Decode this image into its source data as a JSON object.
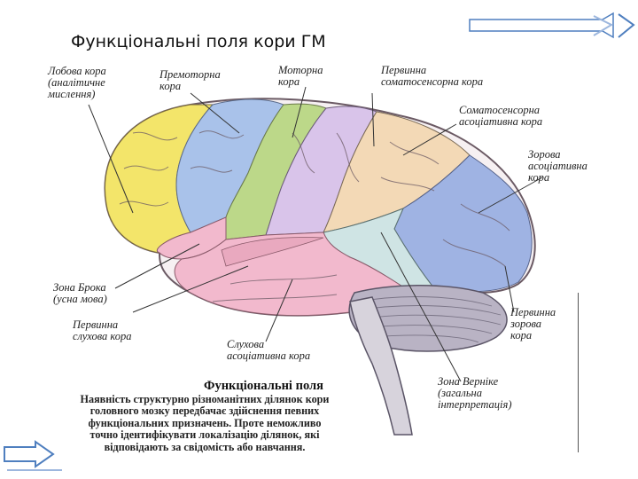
{
  "slide": {
    "title": "Функціональні поля кори ГМ"
  },
  "labels": {
    "frontal": "Лобова кора\n(аналітичне\nмислення)",
    "premotor": "Премоторна\nкора",
    "motor": "Моторна\nкора",
    "somatosensory": "Первинна\nсоматосенсорна кора",
    "somato_assoc": "Соматосенсорна\nасоціативна кора",
    "visual_assoc": "Зорова\nасоціативна\nкора",
    "broca": "Зона Брока\n(усна мова)",
    "primary_auditory": "Первинна\nслухова кора",
    "auditory_assoc": "Слухова\nасоціативна кора",
    "primary_visual": "Первинна\nзорова\nкора",
    "wernicke": "Зона Верніке\n(загальна\nінтерпретація)"
  },
  "caption": {
    "title": "Функціональні поля",
    "text": "Наявність структурно різноманітних ділянок кори\nголовного мозку передбачає здійснення певних\nфункціональних призначень. Проте неможливо\nточно ідентифікувати локалізацію ділянок, які\nвідповідають за свідомість або навчання."
  },
  "colors": {
    "frontal": "#f3e56a",
    "premotor": "#a9c2ea",
    "motor": "#bcd889",
    "somatosensory": "#d9c4ea",
    "somato_assoc": "#f3d9b6",
    "visual_assoc": "#9fb3e3",
    "temporal": "#f2b9cd",
    "wernicke": "#cfe4e4",
    "cerebellum": "#b9b3c4",
    "brainstem": "#d7d3dc",
    "deco": "#4f7fbf"
  }
}
